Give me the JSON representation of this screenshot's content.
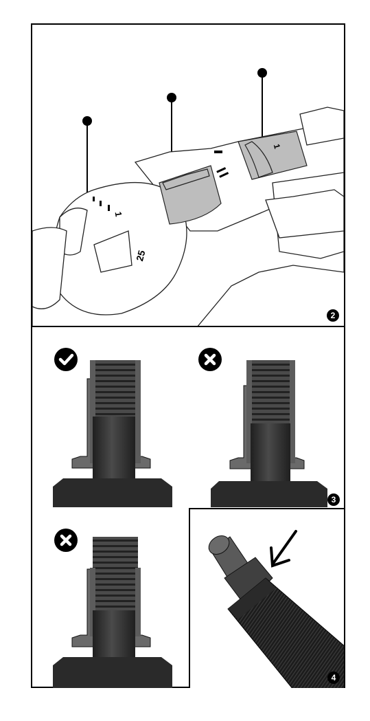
{
  "figures": [
    {
      "id": "2",
      "badge": "2",
      "dial_marks": [
        "1",
        "25"
      ],
      "selector_symbol": "1"
    },
    {
      "id": "3",
      "badge": "3",
      "states": [
        {
          "position": "top-left",
          "status": "correct",
          "icon": "check-icon"
        },
        {
          "position": "top-right",
          "status": "incorrect",
          "icon": "cross-icon"
        },
        {
          "position": "bottom-left",
          "status": "incorrect",
          "icon": "cross-icon"
        }
      ]
    },
    {
      "id": "4",
      "badge": "4",
      "icon": "arrow-icon"
    }
  ],
  "colors": {
    "ink": "#000000",
    "tint": "#bdbdbd",
    "metal": "#3a3a3a"
  }
}
